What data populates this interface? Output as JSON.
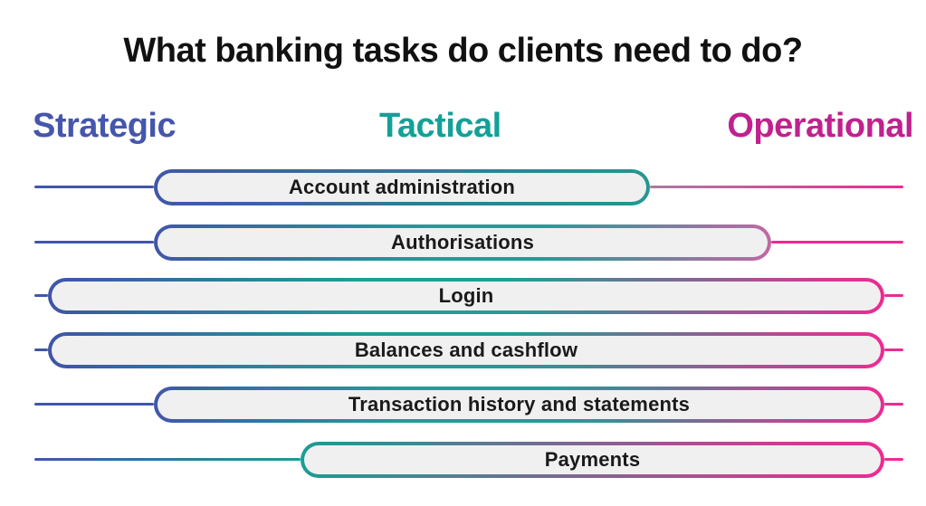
{
  "title": "What banking tasks do clients need to do?",
  "columns": [
    {
      "label": "Strategic",
      "color": "#4656ac"
    },
    {
      "label": "Tactical",
      "color": "#13a099"
    },
    {
      "label": "Operational",
      "color": "#c0218f"
    }
  ],
  "tasks": [
    {
      "label": "Account administration",
      "spans_from": "Strategic",
      "spans_to": "Tactical"
    },
    {
      "label": "Authorisations",
      "spans_from": "Strategic",
      "spans_to": "Tactical-Operational boundary"
    },
    {
      "label": "Login",
      "spans_from": "Strategic",
      "spans_to": "Operational"
    },
    {
      "label": "Balances and cashflow",
      "spans_from": "Strategic",
      "spans_to": "Operational"
    },
    {
      "label": "Transaction history and statements",
      "spans_from": "Strategic",
      "spans_to": "Operational"
    },
    {
      "label": "Payments",
      "spans_from": "Tactical",
      "spans_to": "Operational"
    }
  ],
  "palette": {
    "strategic_blue": "#4156a8",
    "tactical_teal": "#1f9e95",
    "operational_pink": "#ee2a92",
    "header_pink": "#c0218f",
    "pill_fill": "#f0f0f0",
    "text_color": "#1a1a1a"
  }
}
